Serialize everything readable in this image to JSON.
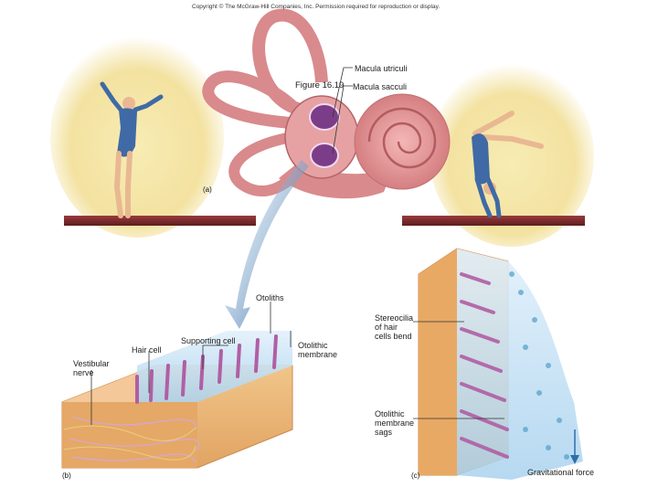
{
  "copyright": "Copyright © The McGraw-Hill Companies, Inc. Permission required for reproduction or display.",
  "figure_label": "Figure 16.19",
  "panel_labels": {
    "a": "(a)",
    "b": "(b)",
    "c": "(c)"
  },
  "labels": {
    "macula_utriculi": "Macula utriculi",
    "macula_sacculi": "Macula sacculi",
    "otoliths": "Otoliths",
    "supporting_cell": "Supporting cell",
    "hair_cell": "Hair cell",
    "otolithic_membrane": "Otolithic\nmembrane",
    "vestibular_nerve": "Vestibular\nnerve",
    "stereocilia_bend": "Stereocilia\nof hair\ncells bend",
    "membrane_sags": "Otolithic\nmembrane\nsags",
    "gravitational_force": "Gravitational force"
  },
  "colors": {
    "ear_pink": "#d98a8c",
    "beam_maroon": "#7a2a2c",
    "spotlight": "#f5e6a3",
    "leotard": "#3f6aa5",
    "tissue_tan": "#e8b274",
    "otolithic_blue": "#bcdcf2",
    "hair_magenta": "#b05fa4",
    "arrow_blue": "#2f6fa8"
  }
}
